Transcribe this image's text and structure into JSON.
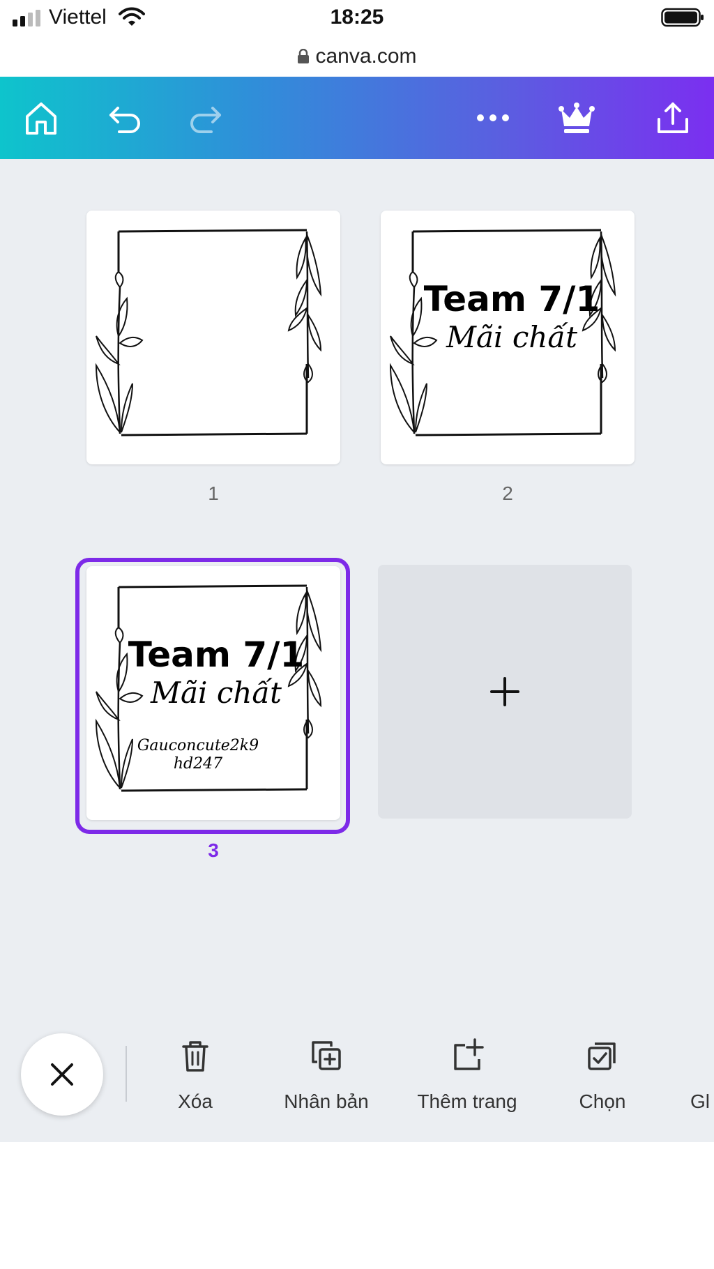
{
  "status_bar": {
    "carrier": "Viettel",
    "time": "18:25"
  },
  "browser": {
    "url": "canva.com"
  },
  "toolbar": {
    "icons": [
      "home-icon",
      "undo-icon",
      "redo-icon",
      "more-icon",
      "crown-icon",
      "share-icon"
    ]
  },
  "pages": [
    {
      "number": "1",
      "title": "",
      "subtitle": "",
      "signature_line1": "",
      "signature_line2": ""
    },
    {
      "number": "2",
      "title": "Team 7/1",
      "subtitle": "Mãi chất",
      "signature_line1": "",
      "signature_line2": ""
    },
    {
      "number": "3",
      "title": "Team 7/1",
      "subtitle": "Mãi chất",
      "signature_line1": "Gauconcute2k9",
      "signature_line2": "hd247"
    }
  ],
  "selected_page": "3",
  "actions": [
    {
      "label": "Xóa",
      "icon": "trash-icon"
    },
    {
      "label": "Nhân bản",
      "icon": "duplicate-icon"
    },
    {
      "label": "Thêm trang",
      "icon": "add-page-icon"
    },
    {
      "label": "Chọn",
      "icon": "select-icon"
    },
    {
      "label": "Gl",
      "icon": ""
    }
  ],
  "colors": {
    "accent": "#7d2ae8",
    "toolbar_start": "#0ec4cc",
    "toolbar_end": "#7b2ff0",
    "canvas_bg": "#ebeef2"
  }
}
